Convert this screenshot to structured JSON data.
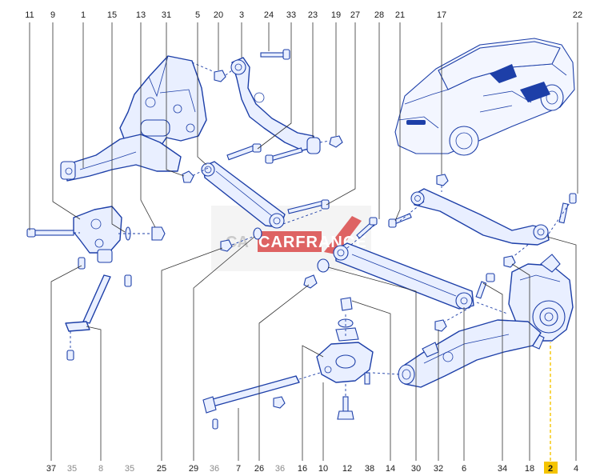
{
  "top_labels": [
    "11",
    "9",
    "1",
    "15",
    "13",
    "31",
    "5",
    "20",
    "3",
    "24",
    "33",
    "23",
    "19",
    "27",
    "28",
    "21",
    "17",
    "22"
  ],
  "bottom_labels": [
    "37",
    "35",
    "8",
    "35",
    "25",
    "29",
    "36",
    "7",
    "26",
    "36",
    "16",
    "10",
    "12",
    "38",
    "14",
    "30",
    "32",
    "6",
    "34",
    "18",
    "2",
    "4"
  ],
  "highlighted_label": "2",
  "watermark_text": "CARFRANCE",
  "colors": {
    "line_art": "#1d3fa8",
    "highlight": "#f5c400",
    "label_text": "#1b1b1b",
    "label_grey": "#8a8a8a"
  }
}
